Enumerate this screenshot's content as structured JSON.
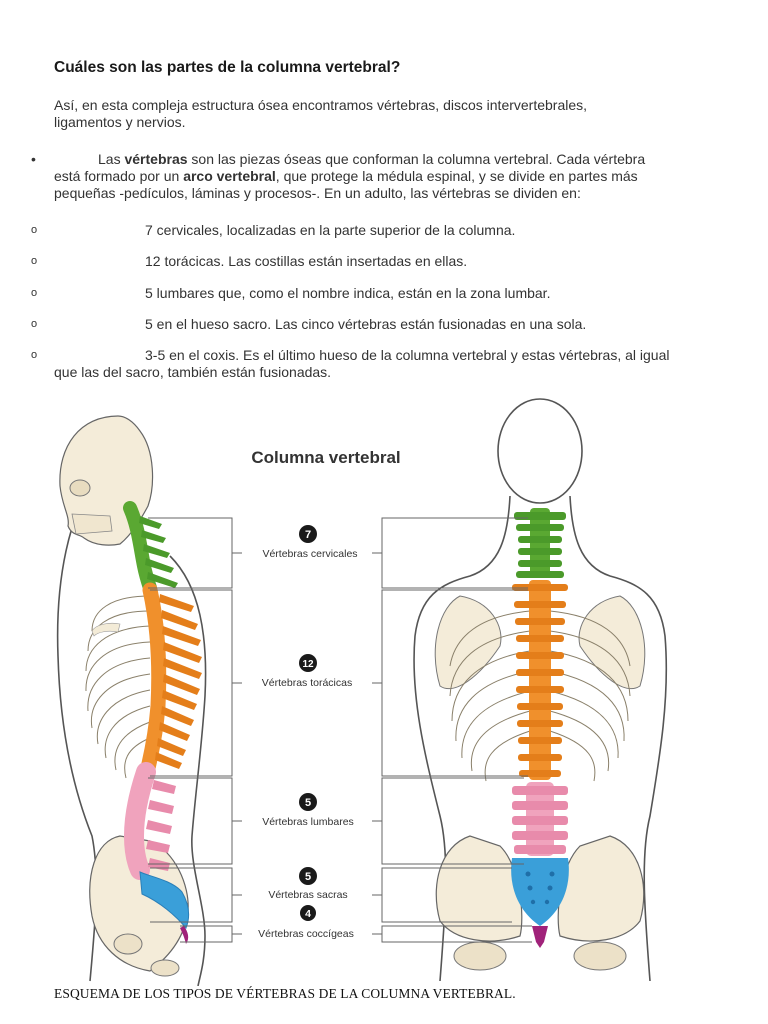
{
  "heading": "Cuáles son las partes de la columna vertebral?",
  "intro": "Así, en esta compleja estructura ósea encontramos vértebras, discos intervertebrales, ligamentos y nervios.",
  "bullet": {
    "pre": "Las ",
    "bold1": "vértebras",
    "mid1": " son las piezas óseas que conforman la columna vertebral. Cada vértebra está formado por un ",
    "bold2": "arco vertebral",
    "rest": ", que protege la médula espinal, y se divide en partes más pequeñas -pedículos, láminas y procesos-. En un adulto, las vértebras se dividen en:"
  },
  "subitems": [
    "7 cervicales, localizadas en la parte superior de la columna.",
    "12 torácicas. Las costillas están insertadas en ellas.",
    "5 lumbares que, como el nombre indica, están en la zona lumbar.",
    "5 en el hueso sacro. Las cinco vértebras están fusionadas en una sola.",
    "3-5 en el coxis. Es el último hueso de la columna vertebral y estas vértebras, al igual que las del sacro, también están fusionadas."
  ],
  "figure": {
    "title": "Columna vertebral",
    "groups": [
      {
        "count": "7",
        "label": "Vértebras cervicales",
        "color": "#5aa832"
      },
      {
        "count": "12",
        "label": "Vértebras torácicas",
        "color": "#f0902c"
      },
      {
        "count": "5",
        "label": "Vértebras lumbares",
        "color": "#f0a3bd"
      },
      {
        "count": "5",
        "label": "Vértebras sacras",
        "color": "#3a9fd9"
      },
      {
        "count": "4",
        "label": "Vértebras coccígeas",
        "color": "#a0227a"
      }
    ]
  },
  "caption": "ESQUEMA DE LOS TIPOS DE VÉRTEBRAS DE LA COLUMNA VERTEBRAL."
}
